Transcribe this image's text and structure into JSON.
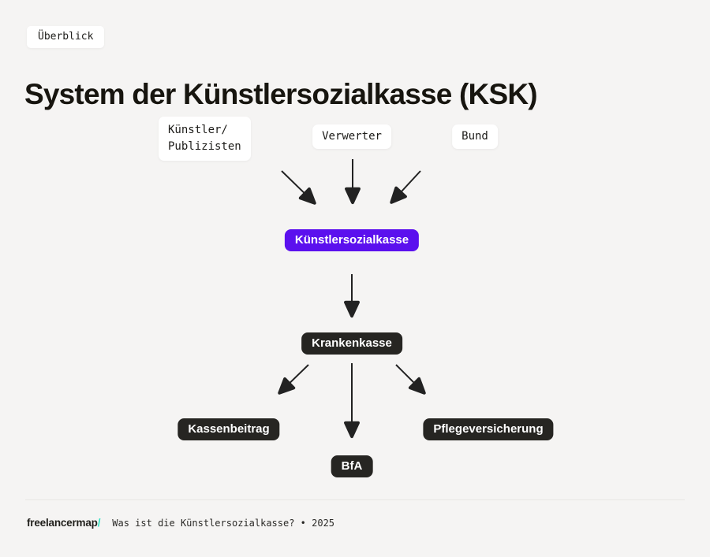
{
  "colors": {
    "background": "#f5f4f3",
    "accent_purple": "#5b10ee",
    "node_dark": "#262522",
    "arrow": "#222222",
    "logo_teal": "#2be0c0"
  },
  "badge": {
    "label": "Überblick"
  },
  "title": "System der Künstlersozialkasse (KSK)",
  "diagram": {
    "sources": [
      {
        "id": "kuenstler-publizisten",
        "label": "Künstler/\nPublizisten"
      },
      {
        "id": "verwerter",
        "label": "Verwerter"
      },
      {
        "id": "bund",
        "label": "Bund"
      }
    ],
    "hub": {
      "label": "Künstlersozialkasse"
    },
    "intermediate": {
      "label": "Krankenkasse"
    },
    "outputs": [
      {
        "id": "kassenbeitrag",
        "label": "Kassenbeitrag"
      },
      {
        "id": "bfa",
        "label": "BfA"
      },
      {
        "id": "pflegeversicherung",
        "label": "Pflegeversicherung"
      }
    ]
  },
  "footer": {
    "logo_text": "freelancermap",
    "logo_slash": "/",
    "caption": "Was ist die Künstlersozialkasse? • 2025"
  }
}
